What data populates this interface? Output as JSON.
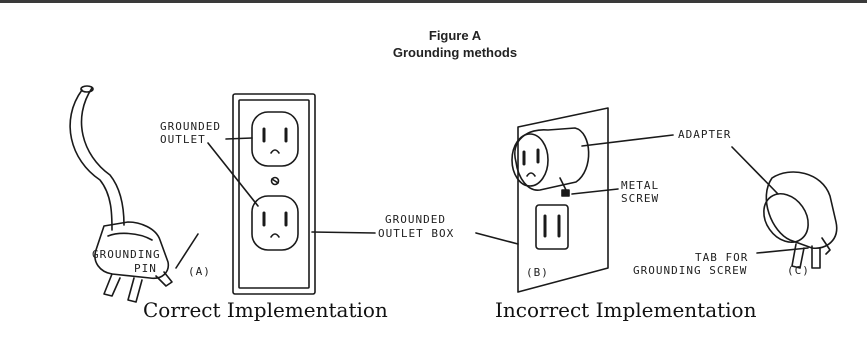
{
  "figure": {
    "title_line1": "Figure A",
    "title_line2": "Grounding methods"
  },
  "labels": {
    "grounded_outlet_1": "GROUNDED",
    "grounded_outlet_2": "OUTLET",
    "grounding_pin_1": "GROUNDING",
    "grounding_pin_2": "PIN",
    "panel_a": "(A)",
    "grounded_outlet_box_1": "GROUNDED",
    "grounded_outlet_box_2": "OUTLET BOX",
    "panel_b": "(B)",
    "adapter": "ADAPTER",
    "metal_screw_1": "METAL",
    "metal_screw_2": "SCREW",
    "tab_1": "TAB FOR",
    "tab_2": "GROUNDING SCREW",
    "panel_c": "(C)"
  },
  "captions": {
    "left": "Correct Implementation",
    "right": "Incorrect Implementation"
  },
  "colors": {
    "line": "#1a1a1a",
    "background": "#ffffff"
  }
}
